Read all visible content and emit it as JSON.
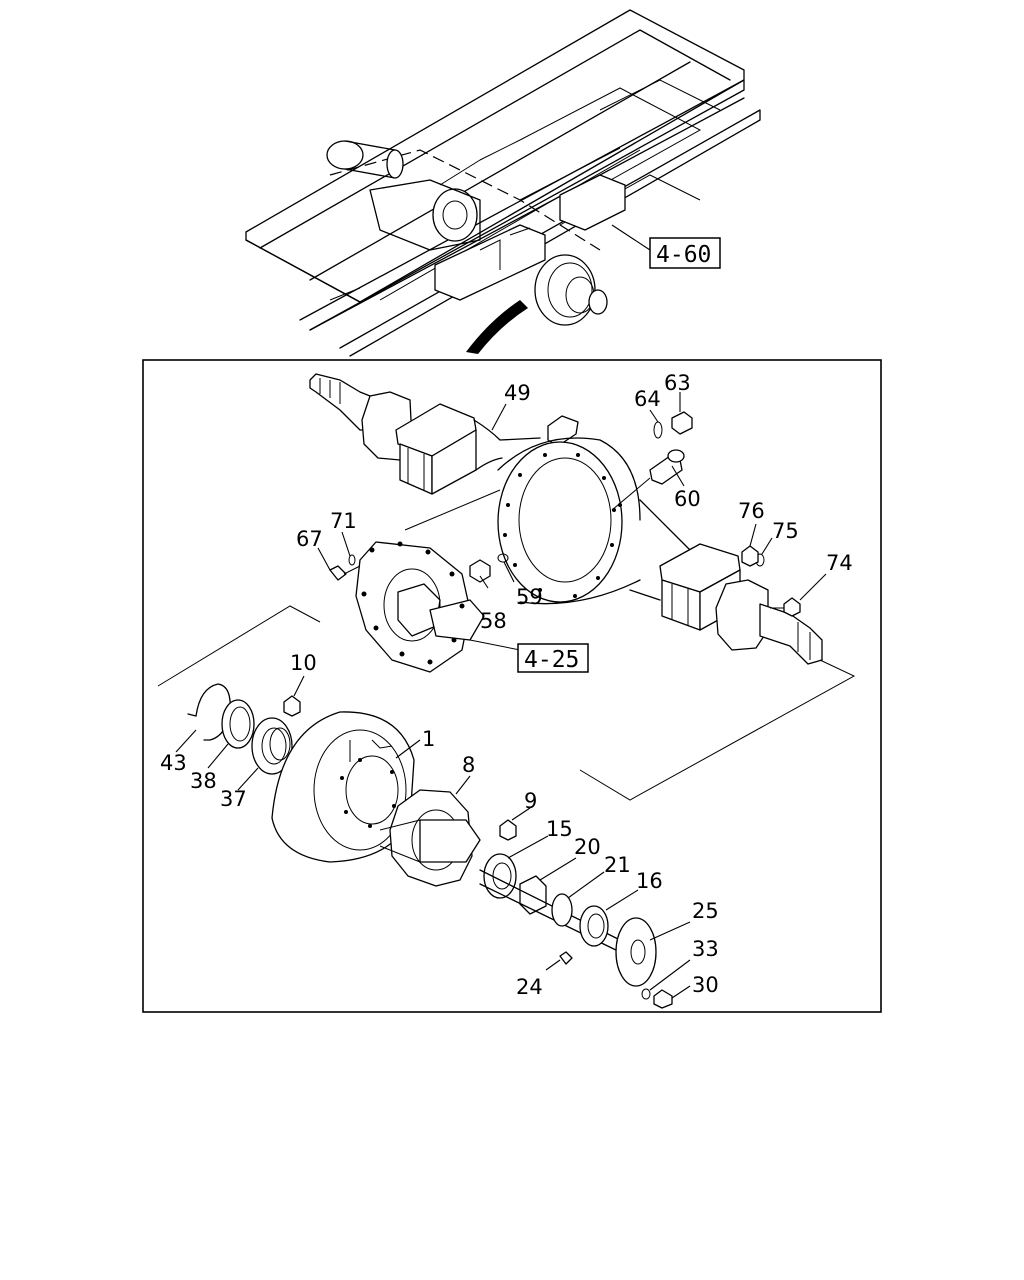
{
  "references": [
    {
      "id": "ref-4-60",
      "text": "4-60"
    },
    {
      "id": "ref-4-25",
      "text": "4-25"
    }
  ],
  "callouts": [
    {
      "id": "1",
      "text": "1"
    },
    {
      "id": "8",
      "text": "8"
    },
    {
      "id": "9",
      "text": "9"
    },
    {
      "id": "10",
      "text": "10"
    },
    {
      "id": "15",
      "text": "15"
    },
    {
      "id": "16",
      "text": "16"
    },
    {
      "id": "20",
      "text": "20"
    },
    {
      "id": "21",
      "text": "21"
    },
    {
      "id": "24",
      "text": "24"
    },
    {
      "id": "25",
      "text": "25"
    },
    {
      "id": "30",
      "text": "30"
    },
    {
      "id": "33",
      "text": "33"
    },
    {
      "id": "37",
      "text": "37"
    },
    {
      "id": "38",
      "text": "38"
    },
    {
      "id": "43",
      "text": "43"
    },
    {
      "id": "49",
      "text": "49"
    },
    {
      "id": "58",
      "text": "58"
    },
    {
      "id": "59",
      "text": "59"
    },
    {
      "id": "60",
      "text": "60"
    },
    {
      "id": "63",
      "text": "63"
    },
    {
      "id": "64",
      "text": "64"
    },
    {
      "id": "67",
      "text": "67"
    },
    {
      "id": "71",
      "text": "71"
    },
    {
      "id": "74",
      "text": "74"
    },
    {
      "id": "75",
      "text": "75"
    },
    {
      "id": "76",
      "text": "76"
    }
  ]
}
